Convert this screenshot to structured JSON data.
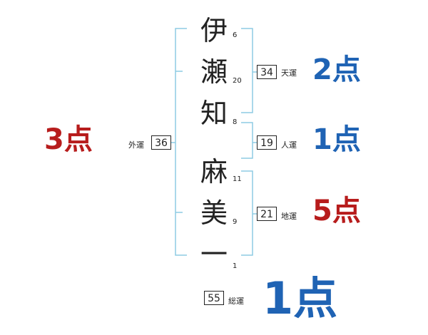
{
  "name_chars": [
    {
      "char": "伊",
      "strokes": "6"
    },
    {
      "char": "瀬",
      "strokes": "20"
    },
    {
      "char": "知",
      "strokes": "8"
    },
    {
      "char": "麻",
      "strokes": "11"
    },
    {
      "char": "美",
      "strokes": "9"
    },
    {
      "char": "一",
      "strokes": "1"
    }
  ],
  "gaiun": {
    "label": "外運",
    "value": "36",
    "score": "3点"
  },
  "tenun": {
    "label": "天運",
    "value": "34",
    "score": "2点"
  },
  "jinun": {
    "label": "人運",
    "value": "19",
    "score": "1点"
  },
  "chiun": {
    "label": "地運",
    "value": "21",
    "score": "5点"
  },
  "souun": {
    "label": "総運",
    "value": "55",
    "score": "1点"
  },
  "colors": {
    "bracket": "#8ecbe3",
    "blue_score": "#1f63b4",
    "red_score": "#b71c1c",
    "text": "#222222"
  }
}
